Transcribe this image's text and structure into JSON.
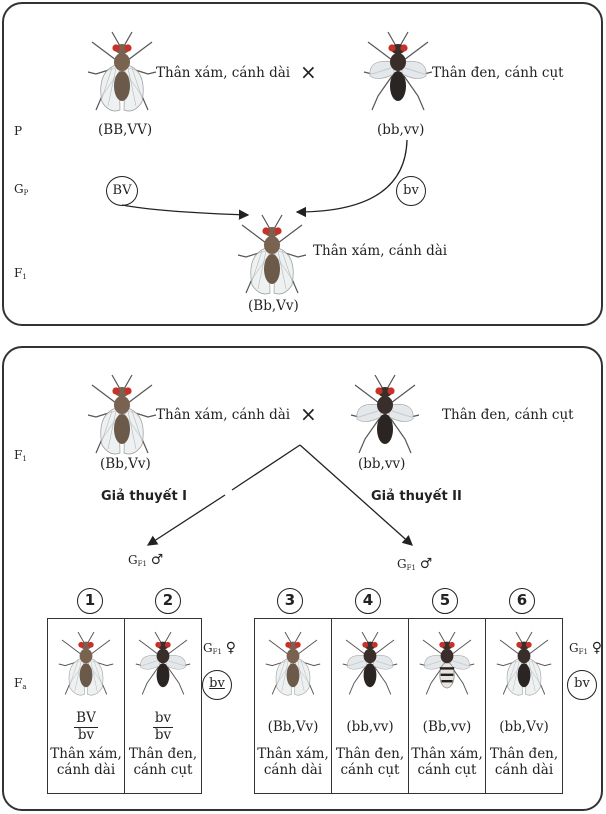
{
  "top": {
    "p_label": "P",
    "gp_label": "G",
    "gp_sub": "P",
    "f1_label": "F",
    "f1_sub": "1",
    "parent1": {
      "phenotype": "Thân xám, cánh dài",
      "genotype": "(BB,VV)",
      "gamete": "BV"
    },
    "parent2": {
      "phenotype": "Thân đen, cánh cụt",
      "genotype": "(bb,vv)",
      "gamete": "bv"
    },
    "cross_symbol": "×",
    "child": {
      "phenotype": "Thân xám, cánh dài",
      "genotype": "(Bb,Vv)"
    }
  },
  "bottom": {
    "f1_label": "F",
    "f1_sub": "1",
    "fa_label": "F",
    "fa_sub": "a",
    "parent1": {
      "phenotype": "Thân xám, cánh dài",
      "genotype": "(Bb,Vv)"
    },
    "parent2": {
      "phenotype": "Thân đen, cánh cụt",
      "genotype": "(bb,vv)"
    },
    "cross_symbol": "×",
    "hyp1": "Giả thuyết I",
    "hyp2": "Giả thuyết II",
    "gf1_male_1": {
      "g": "G",
      "sub": "F1",
      "sym": "♂"
    },
    "gf1_male_2": {
      "g": "G",
      "sub": "F1",
      "sym": "♂"
    },
    "gf1_female_1": {
      "g": "G",
      "sub": "F1",
      "sym": "♀",
      "gamete": "bv"
    },
    "gf1_female_2": {
      "g": "G",
      "sub": "F1",
      "sym": "♀",
      "gamete": "bv"
    },
    "offspring": [
      {
        "num": "1",
        "geno_top": "BV",
        "geno_bottom": "bv",
        "pheno1": "Thân xám,",
        "pheno2": "cánh dài"
      },
      {
        "num": "2",
        "geno_top": "bv",
        "geno_bottom": "bv",
        "pheno1": "Thân đen,",
        "pheno2": "cánh cụt"
      },
      {
        "num": "3",
        "genotype": "(Bb,Vv)",
        "pheno1": "Thân xám,",
        "pheno2": "cánh dài"
      },
      {
        "num": "4",
        "genotype": "(bb,vv)",
        "pheno1": "Thân đen,",
        "pheno2": "cánh cụt"
      },
      {
        "num": "5",
        "genotype": "(Bb,vv)",
        "pheno1": "Thân xám,",
        "pheno2": "cánh cụt"
      },
      {
        "num": "6",
        "genotype": "(bb,Vv)",
        "pheno1": "Thân đen,",
        "pheno2": "cánh dài"
      }
    ]
  }
}
